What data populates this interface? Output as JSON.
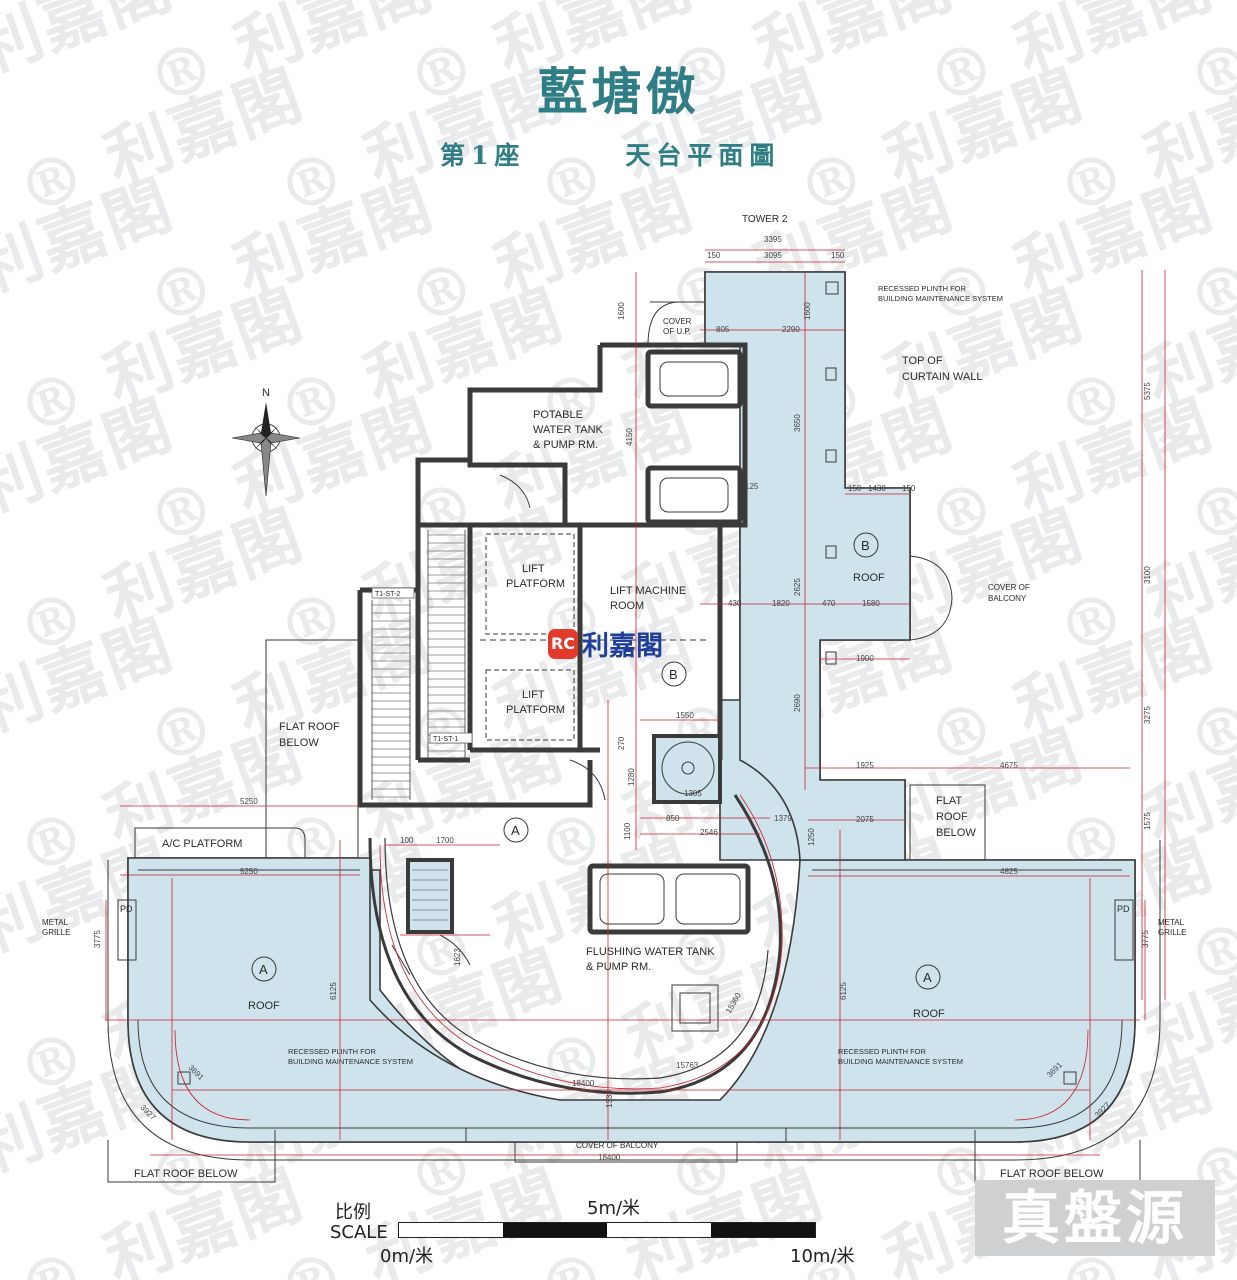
{
  "header": {
    "title": "藍塘傲",
    "block": "第1座",
    "plan_name": "天台平面圖"
  },
  "watermark": {
    "text": "利嘉閣",
    "mark": "RC"
  },
  "plan": {
    "tower2": "TOWER 2",
    "recessed_plinth_top": [
      "RECESSED PLINTH FOR",
      "BUILDING MAINTENANCE SYSTEM"
    ],
    "top_of_curtain_wall": [
      "TOP OF",
      "CURTAIN WALL"
    ],
    "cover_of_up": [
      "COVER",
      "OF U.P."
    ],
    "potable_tank": [
      "POTABLE",
      "WATER TANK",
      "& PUMP RM."
    ],
    "lift_platform_1": [
      "LIFT",
      "PLATFORM"
    ],
    "lift_platform_2": [
      "LIFT",
      "PLATFORM"
    ],
    "lift_machine_room": [
      "LIFT MACHINE",
      "ROOM"
    ],
    "stair_1": "T1-ST-2",
    "stair_2": "T1-ST-1",
    "flat_roof_below_left": [
      "FLAT ROOF",
      "BELOW"
    ],
    "flat_roof_below_right": [
      "FLAT",
      "ROOF",
      "BELOW"
    ],
    "ac_platform": "A/C PLATFORM",
    "cover_of_balcony_right": [
      "COVER OF",
      "BALCONY"
    ],
    "roof_b_letter": "B",
    "roof_b_label": "ROOF",
    "lift_b_letter": "B",
    "roof_a_left_letter": "A",
    "roof_a_left_label": "ROOF",
    "roof_a_right_letter": "A",
    "roof_a_right_label": "ROOF",
    "corridor_a_letter": "A",
    "flushing_tank": [
      "FLUSHING WATER TANK",
      "& PUMP RM."
    ],
    "metal_grille_left": [
      "METAL",
      "GRILLE"
    ],
    "metal_grille_right": [
      "METAL",
      "GRILLE"
    ],
    "pd_left": "PD",
    "pd_right": "PD",
    "recessed_plinth_left": [
      "RECESSED PLINTH FOR",
      "BUILDING MAINTENANCE SYSTEM"
    ],
    "recessed_plinth_right": [
      "RECESSED PLINTH FOR",
      "BUILDING MAINTENANCE SYSTEM"
    ],
    "cover_of_balcony_bottom": "COVER OF BALCONY",
    "flat_roof_below_bl": "FLAT ROOF BELOW",
    "flat_roof_below_br": "FLAT ROOF BELOW",
    "compass_n": "N",
    "dims": {
      "d3395": "3395",
      "d3095": "3095",
      "d150a": "150",
      "d150b": "150",
      "d1600": "1600",
      "d805": "805",
      "d2290": "2290",
      "d1600b": "1600",
      "d4150": "4150",
      "d3650": "3650",
      "d125": "125",
      "d150c": "150",
      "d1430": "1430",
      "d150d": "150",
      "d5375": "5375",
      "d3100": "3100",
      "d3275": "3275",
      "d1575": "1575",
      "d3775l": "3775",
      "d3775r": "3775",
      "d430": "430",
      "d1820": "1820",
      "d470": "470",
      "d1580": "1580",
      "d1900": "1900",
      "d2625": "2625",
      "d2690": "2690",
      "d1550": "1550",
      "d1925": "1925",
      "d4675": "4675",
      "d5250a": "5250",
      "d5250b": "5250",
      "d1700": "1700",
      "d850": "850",
      "d1305": "1305",
      "d2546": "2546",
      "d1379": "1379",
      "d2075": "2075",
      "d1250": "1250",
      "d4825": "4825",
      "d6125l": "6125",
      "d6125r": "6125",
      "d18400a": "18400",
      "d18400b": "18400",
      "d1333": "1333",
      "d15763": "15763",
      "d15360": "15360",
      "d3691l": "3691",
      "d3691r": "3691",
      "d3927l": "3927",
      "d3927r": "3927",
      "d1623": "1623",
      "d1280": "1280",
      "d270": "270",
      "d1100": "1100",
      "d100": "100"
    }
  },
  "scale": {
    "label_zh": "比例",
    "label_en": "SCALE",
    "start": "0m/米",
    "mid": "5m/米",
    "end": "10m/米"
  },
  "brand": "真盤源",
  "colors": {
    "title": "#2f7e86",
    "roof_fill": "#cfe3ec",
    "wall": "#3a3a3a",
    "dimension": "#c8202f",
    "logo_red": "#e23b2e",
    "logo_blue": "#1f3f9a"
  }
}
